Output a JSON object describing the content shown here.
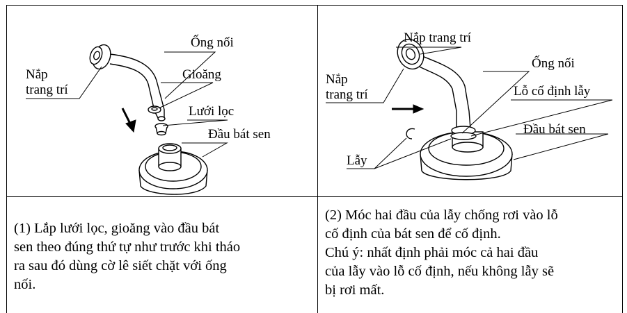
{
  "panel_left": {
    "labels": {
      "ong_noi": "Ống nối",
      "nap_trang_tri_1": "Nắp",
      "nap_trang_tri_2": "trang trí",
      "gioang": "Gioăng",
      "luoi_loc": "Lưới lọc",
      "dau_bat_sen": "Đầu bát sen"
    },
    "caption_lines": [
      "(1) Lắp lưới lọc, gioăng vào đầu bát",
      "sen theo đúng thứ tự như trước khi tháo",
      "ra sau đó dùng cờ lê siết chặt với ống",
      "nối."
    ]
  },
  "panel_right": {
    "labels": {
      "nap_trang_tri_top": "Nắp trang trí",
      "nap_trang_tri_1": "Nắp",
      "nap_trang_tri_2": "trang trí",
      "ong_noi": "Ống nối",
      "lo_co_dinh_lay": "Lỗ cố định lẫy",
      "dau_bat_sen": "Đầu bát sen",
      "lay": "Lẫy"
    },
    "caption_lines": [
      "(2) Móc hai đầu của lẫy chống rơi vào lỗ",
      "cố định của bát sen để cố định.",
      "Chú ý: nhất định phải móc cả hai đầu",
      "của lẫy vào lỗ cố định, nếu không lẫy sẽ",
      "bị rơi mất."
    ]
  }
}
